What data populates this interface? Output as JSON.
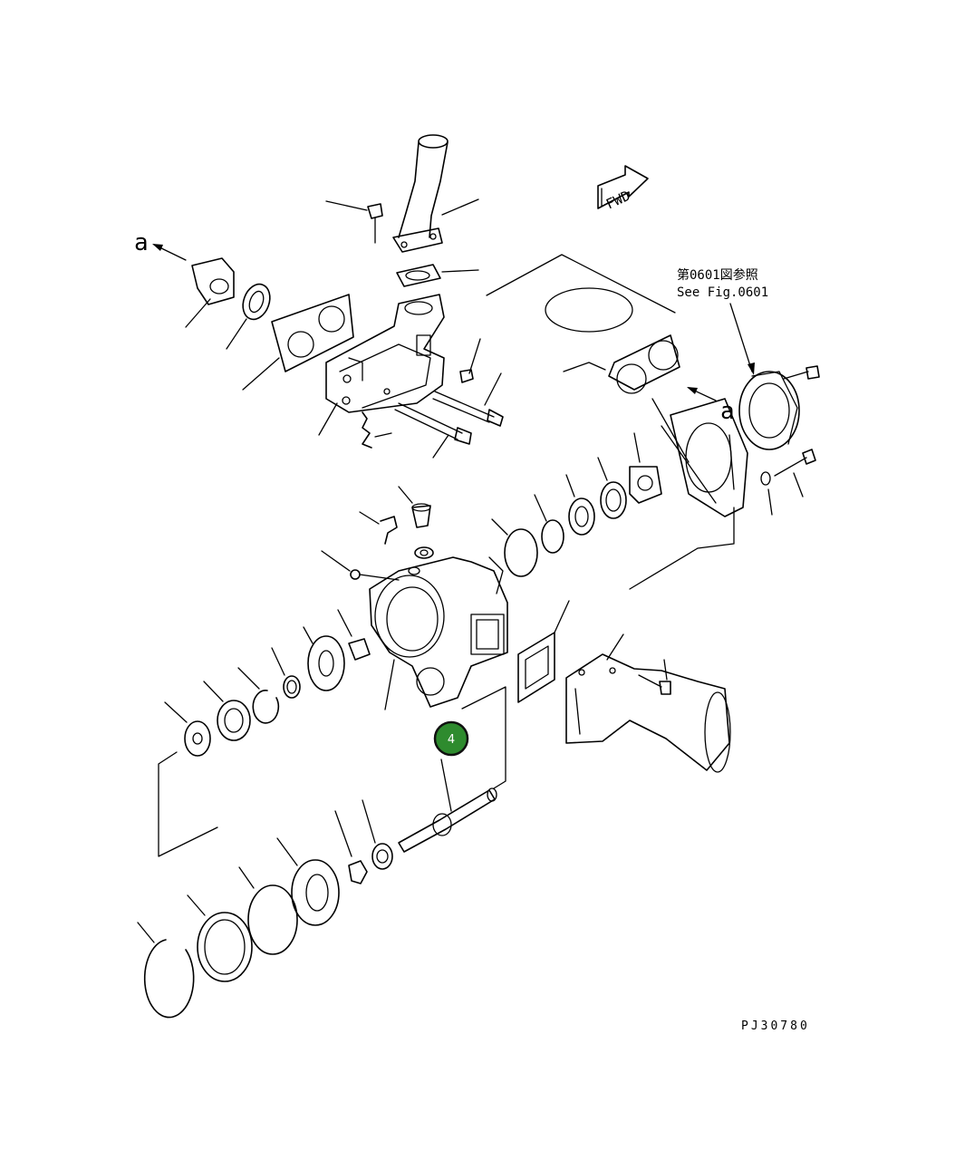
{
  "diagram": {
    "fwd_label": "FWD",
    "ref_letter_left": "a",
    "ref_letter_right": "a",
    "ref_jp": "第0601図参照",
    "ref_en": "See Fig.0601",
    "drawing_id": "PJ30780",
    "callout": {
      "number": "4",
      "color": "#2e8b2e"
    }
  }
}
